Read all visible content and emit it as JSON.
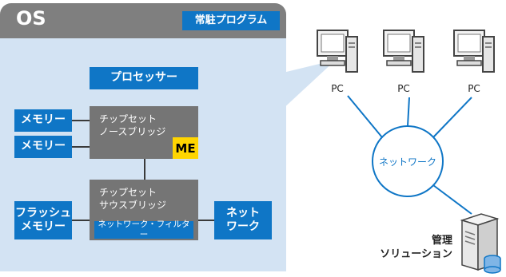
{
  "os": {
    "title": "OS",
    "resident_program": "常駐プログラム"
  },
  "processor": "プロセッサー",
  "memory_top": "メモリー",
  "memory_bottom": "メモリー",
  "northbridge": {
    "line1": "チップセット",
    "line2": "ノースブリッジ"
  },
  "me": "ME",
  "southbridge": {
    "line1": "チップセット",
    "line2": "サウスブリッジ"
  },
  "network_filter": "ネットワーク・フィルター",
  "flash_memory": {
    "line1": "フラッシュ",
    "line2": "メモリー"
  },
  "network_box": {
    "line1": "ネット",
    "line2": "ワーク"
  },
  "pcs": [
    {
      "label": "PC"
    },
    {
      "label": "PC"
    },
    {
      "label": "PC"
    }
  ],
  "network_hub": "ネットワーク",
  "management": {
    "line1": "管理",
    "line2": "ソリューション"
  },
  "colors": {
    "accent_blue": "#0f76c6",
    "panel_blue": "#d3e3f3",
    "chip_gray": "#757575",
    "me_yellow": "#ffd500"
  }
}
